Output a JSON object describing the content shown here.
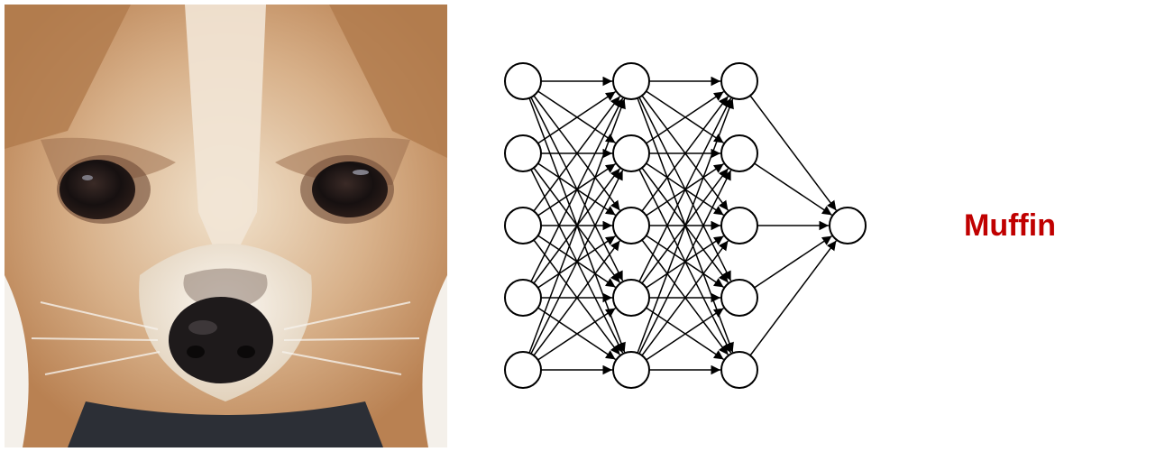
{
  "photo": {
    "subject": "chihuahua-face",
    "colors": {
      "fur_tan": "#c99a6a",
      "fur_light": "#ecdcc6",
      "fur_white": "#f4f0ea",
      "eye": "#1a1413",
      "nose": "#1e1a1b",
      "collar": "#2c2f36"
    }
  },
  "network": {
    "layers": [
      5,
      5,
      5,
      1
    ],
    "connectivity": "fully-connected",
    "node_fill": "#ffffff",
    "stroke_color": "#000000"
  },
  "output": {
    "label": "Muffin",
    "color": "#c00000"
  }
}
